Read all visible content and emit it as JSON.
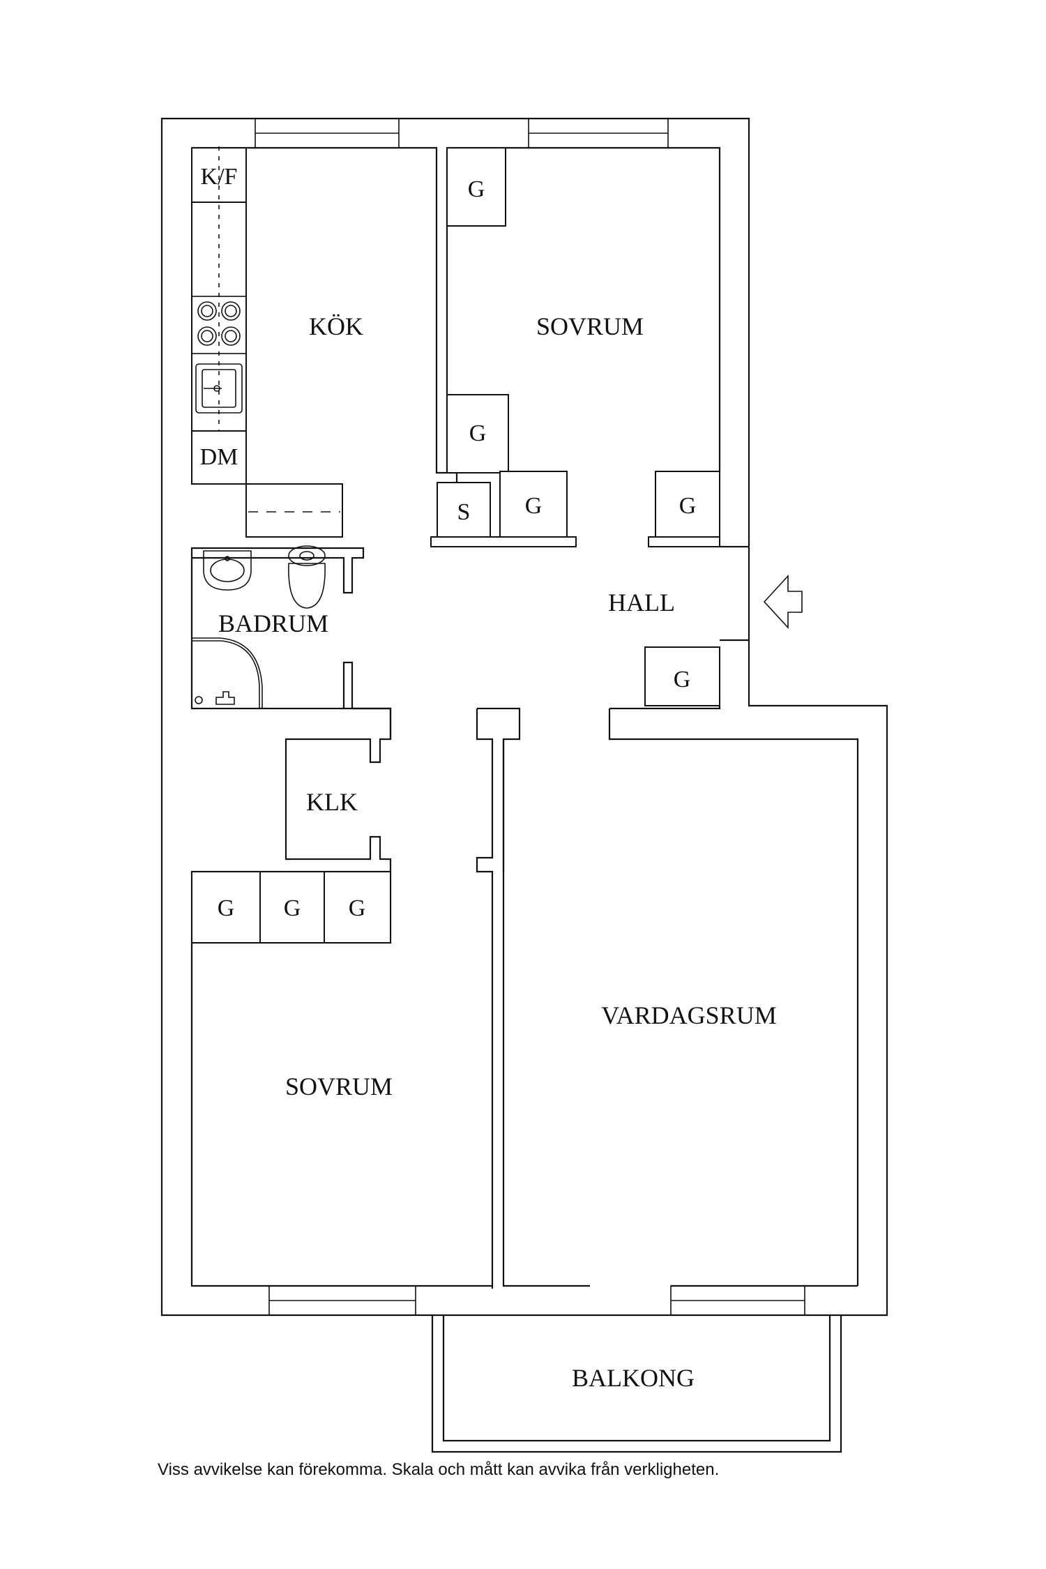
{
  "rooms": {
    "kitchen": "KÖK",
    "bedroom_top": "SOVRUM",
    "hall": "HALL",
    "bathroom": "BADRUM",
    "walk_in_closet": "KLK",
    "bedroom_bottom": "SOVRUM",
    "living_room": "VARDAGSRUM",
    "balcony": "BALKONG"
  },
  "fixtures": {
    "fridge_freezer": "K/F",
    "dishwasher": "DM",
    "storage": "S",
    "wardrobe": "G"
  },
  "entrance_icon": "entrance-arrow-icon",
  "disclaimer": "Viss avvikelse kan förekomma. Skala och mått kan avvika från verkligheten."
}
